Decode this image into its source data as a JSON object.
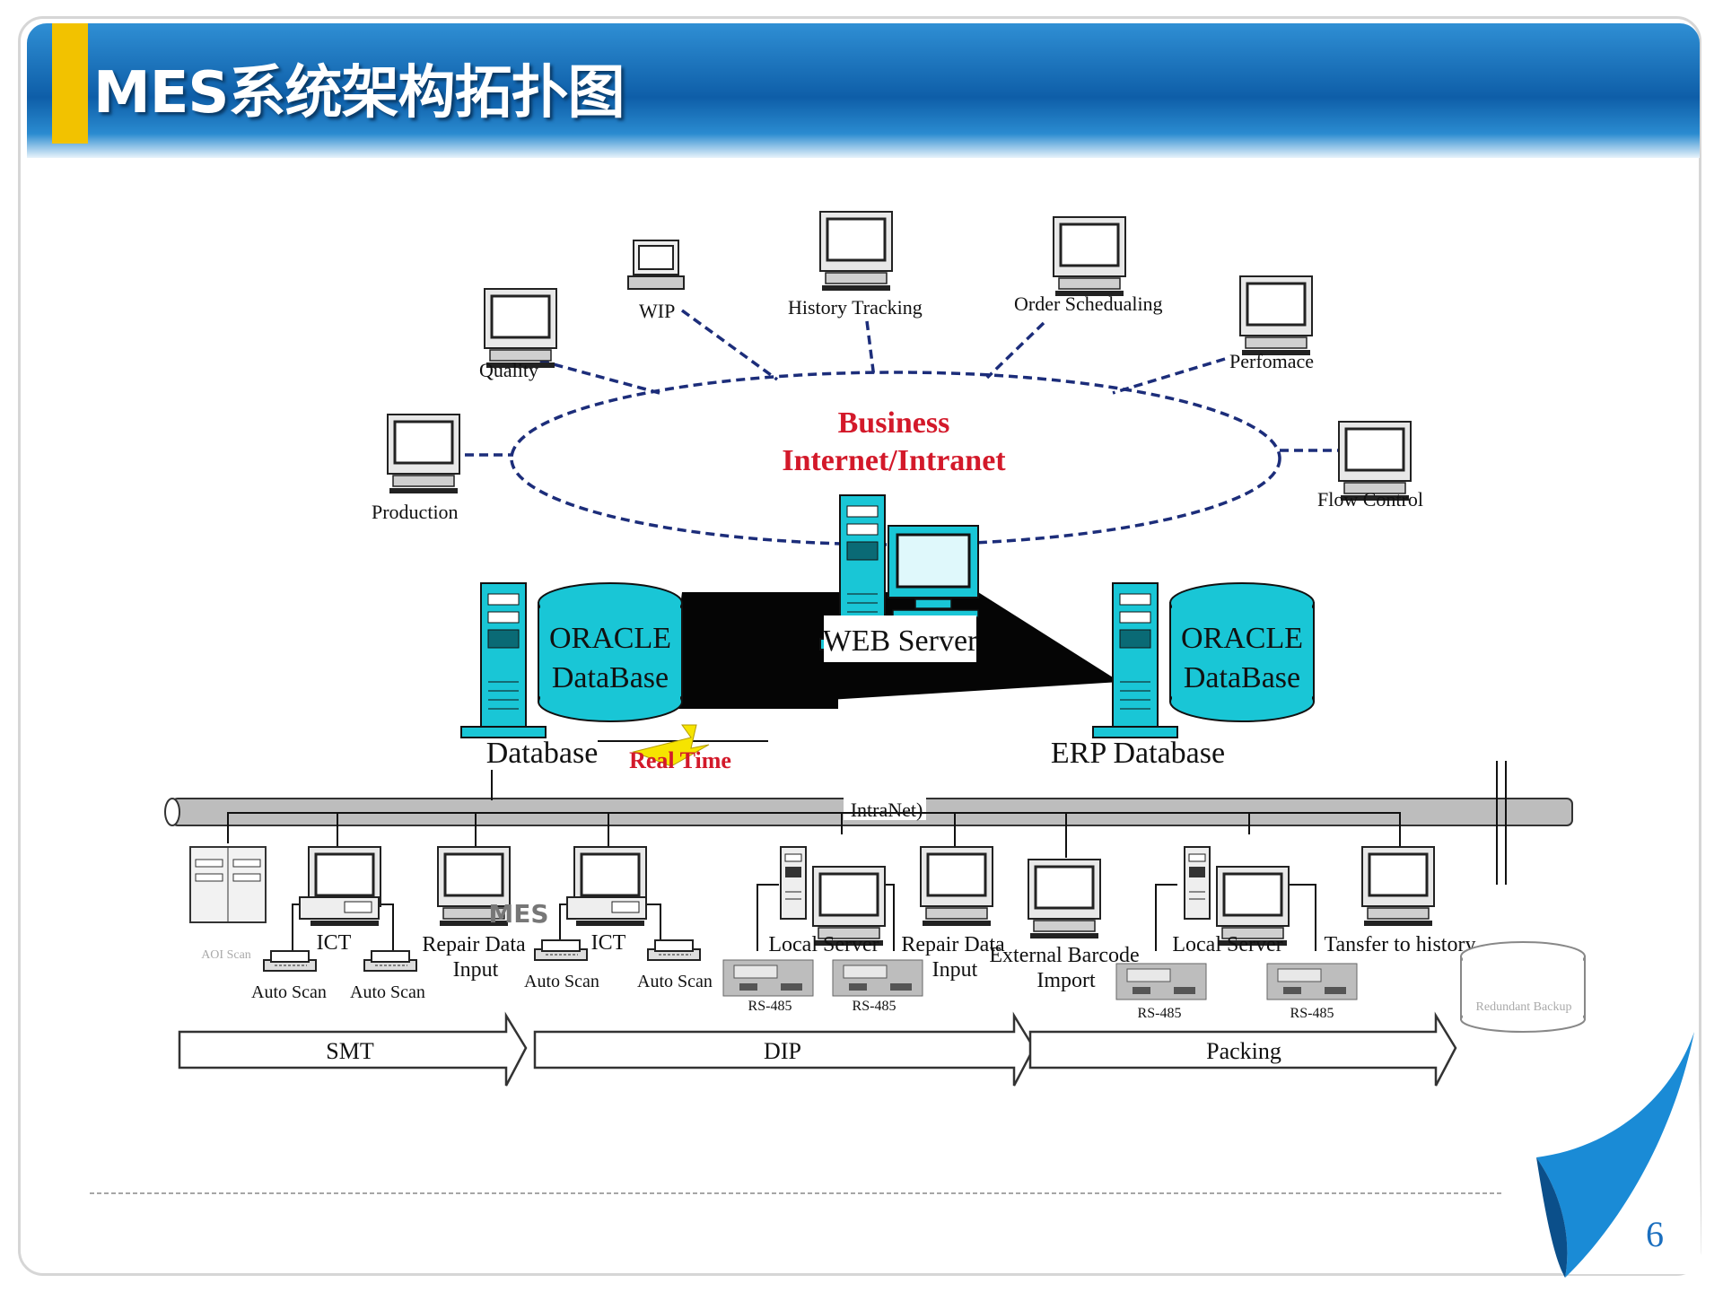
{
  "slide": {
    "title": "MES系统架构拓扑图",
    "page_number": "6"
  },
  "network": {
    "center_line1": "Business",
    "center_line2": "Internet/Intranet",
    "nodes": [
      "Quality",
      "WIP",
      "History Tracking",
      "Order Schedualing",
      "Perfomace",
      "Production",
      "Flow Control"
    ]
  },
  "servers": {
    "web_server": "WEB Server",
    "db_left": {
      "line1": "ORACLE",
      "line2": "DataBase",
      "caption": "Database"
    },
    "db_right": {
      "line1": "ORACLE",
      "line2": "DataBase",
      "caption": "ERP Database"
    },
    "realtime": "Real Time",
    "intranet": "IntraNet)"
  },
  "shopfloor": {
    "aoi": "AOI Scan",
    "ict1": "ICT",
    "auto_scan_1": "Auto Scan",
    "auto_scan_2": "Auto Scan",
    "repair1_line1": "Repair Data",
    "repair1_line2": "Input",
    "mes": "MES",
    "ict2": "ICT",
    "auto_scan_3": "Auto Scan",
    "auto_scan_4": "Auto Scan",
    "local_server_1": "Local Server",
    "rs485_1": "RS-485",
    "rs485_2": "RS-485",
    "repair2_line1": "Repair Data",
    "repair2_line2": "Input",
    "ext_line1": "External Barcode",
    "ext_line2": "Import",
    "local_server_2": "Local Server",
    "rs485_3": "RS-485",
    "rs485_4": "RS-485",
    "transfer": "Tansfer to history",
    "backup": "Redundant Backup"
  },
  "stages": [
    "SMT",
    "DIP",
    "Packing"
  ],
  "colors": {
    "title_blue": "#0e5ea8",
    "accent_yellow": "#f2c200",
    "cyan": "#19c6d6",
    "red_text": "#d3192a",
    "page_blue": "#1b6fbf"
  }
}
